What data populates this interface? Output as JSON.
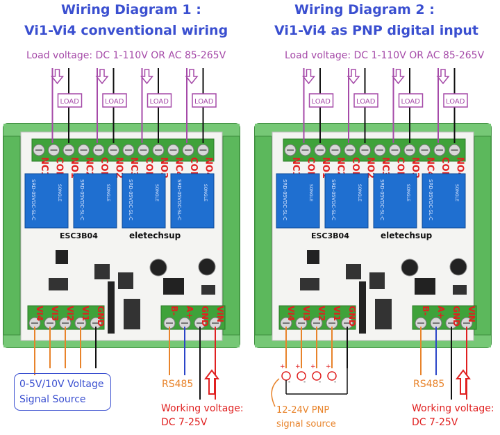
{
  "diagram1": {
    "title_line1": "Wiring Diagram 1 :",
    "title_line2": "Vi1-Vi4 conventional wiring",
    "load_voltage": "Load voltage: DC 1-110V OR AC 85-265V",
    "load_label": "LOAD",
    "relay_terminals": [
      "NC1",
      "COM1",
      "NO1",
      "NC2",
      "COM2",
      "NO2",
      "NC3",
      "COM3",
      "NO3",
      "NC4",
      "COM4",
      "NO4"
    ],
    "input_terminals": [
      "VI4",
      "VI3",
      "VI2",
      "VI1",
      "GND"
    ],
    "power_terminals": [
      "B-",
      "A+",
      "GND",
      "VIN"
    ],
    "signal_source": "0-5V/10V Voltage\nSignal Source",
    "rs485": "RS485",
    "working_voltage_line1": "Working voltage:",
    "working_voltage_line2": "DC 7-25V",
    "board_model": "ESC3B04",
    "board_brand": "eletechsup"
  },
  "diagram2": {
    "title_line1": "Wiring Diagram 2 :",
    "title_line2": "Vi1-Vi4 as PNP digital input",
    "load_voltage": "Load voltage: DC 1-110V OR AC 85-265V",
    "load_label": "LOAD",
    "relay_terminals": [
      "NC1",
      "COM1",
      "NO1",
      "NC2",
      "COM2",
      "NO2",
      "NC3",
      "COM3",
      "NO3",
      "NC4",
      "COM4",
      "NO4"
    ],
    "input_terminals": [
      "VI4",
      "VI3",
      "VI2",
      "VI1",
      "GND"
    ],
    "power_terminals": [
      "B-",
      "A+",
      "GND",
      "VIN"
    ],
    "signal_source_line1": "12-24V PNP",
    "signal_source_line2": "signal source",
    "rs485": "RS485",
    "working_voltage_line1": "Working voltage:",
    "working_voltage_line2": "DC 7-25V",
    "board_model": "ESC3B04",
    "board_brand": "eletechsup"
  },
  "relay_text": "SRD-05VDC-SL-C",
  "relay_brand": "SONGLE",
  "colors": {
    "title": "#3a4fd0",
    "purple": "#a54aa8",
    "orange": "#e8832a",
    "blue": "#2a45c8",
    "red": "#e02020",
    "rail": "#5cb85c",
    "terminal": "#3fa23a",
    "relay": "#1f6fd0"
  }
}
